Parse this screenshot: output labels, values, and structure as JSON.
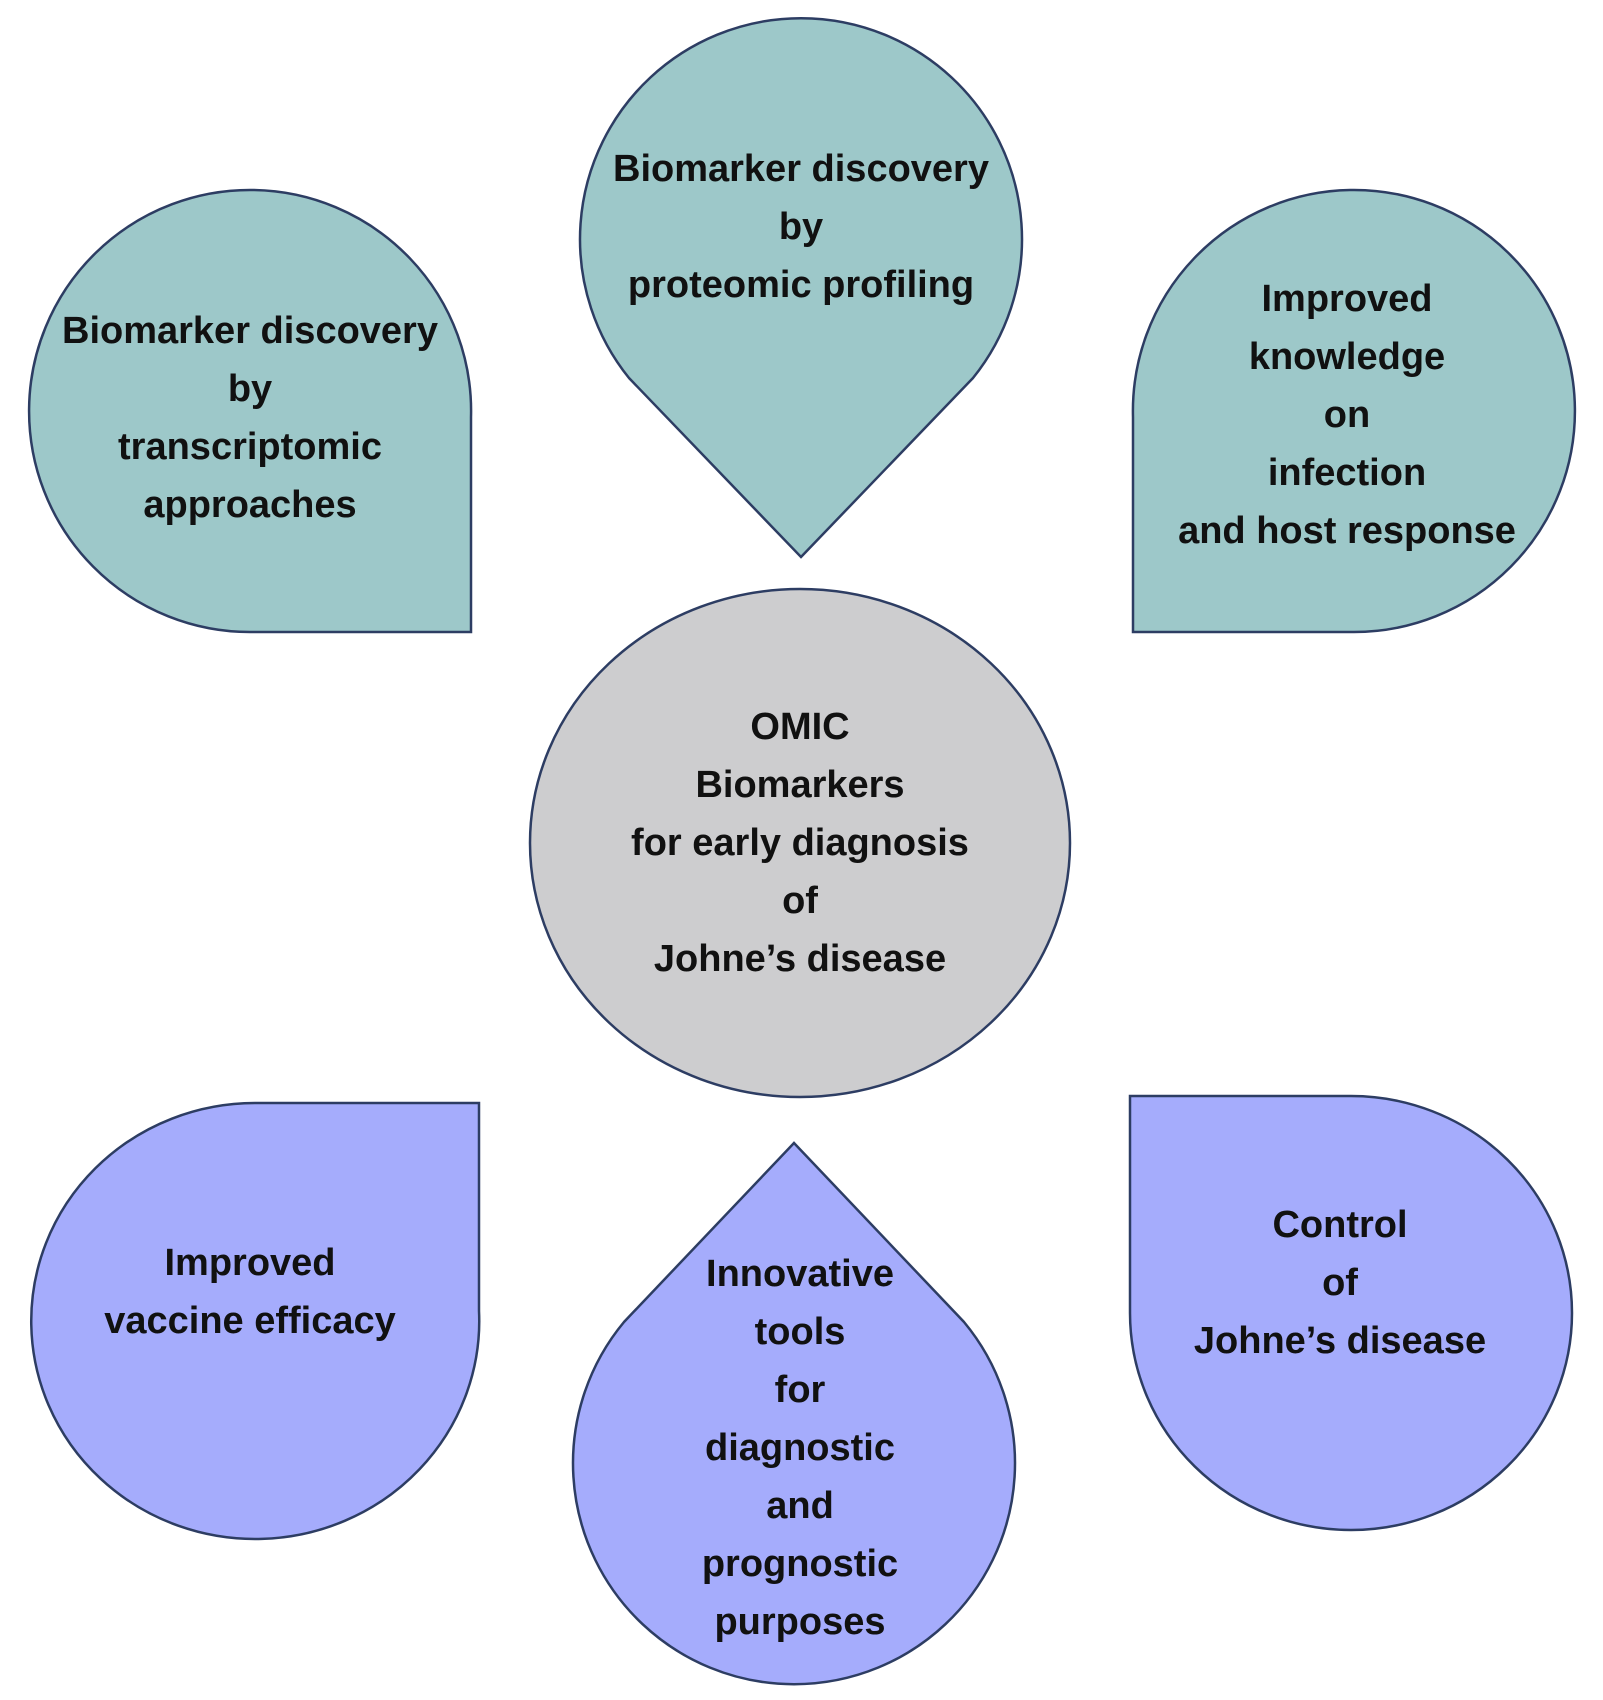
{
  "nodes": {
    "proteomic": {
      "lines": [
        "Biomarker discovery",
        "by",
        "proteomic profiling"
      ],
      "fill": "#9dc8c9"
    },
    "transcriptomic": {
      "lines": [
        "Biomarker discovery",
        "by",
        "transcriptomic",
        "approaches"
      ],
      "fill": "#9dc8c9"
    },
    "knowledge": {
      "lines": [
        "Improved",
        "knowledge",
        "on",
        "infection",
        "and host response"
      ],
      "fill": "#9dc8c9"
    },
    "center": {
      "lines": [
        "OMIC",
        "Biomarkers",
        "for early diagnosis",
        "of",
        "Johne’s disease"
      ],
      "fill": "#cdcdcf"
    },
    "vaccine": {
      "lines": [
        "Improved",
        "vaccine efficacy"
      ],
      "fill": "#a5acfc"
    },
    "tools": {
      "lines": [
        "Innovative",
        "tools",
        "for",
        "diagnostic",
        "and",
        "prognostic",
        "purposes"
      ],
      "fill": "#a5acfc"
    },
    "control": {
      "lines": [
        "Control",
        "of",
        "Johne’s disease"
      ],
      "fill": "#a5acfc"
    }
  },
  "colors": {
    "stroke": "#2d3d63",
    "text": "#111111",
    "background": "#ffffff"
  }
}
